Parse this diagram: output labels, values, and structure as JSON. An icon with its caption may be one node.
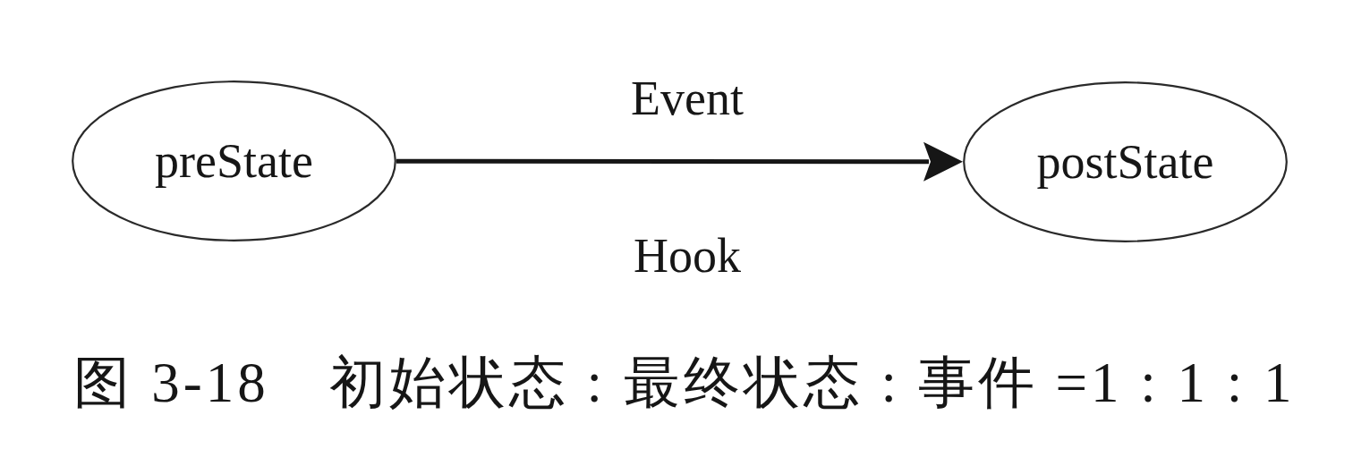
{
  "diagram": {
    "nodes": [
      {
        "text": [
          "preState"
        ]
      },
      {
        "text": [
          "postState"
        ]
      }
    ],
    "edges": [
      {
        "from": 0,
        "to": 1,
        "arrow": "to",
        "label": "Event"
      }
    ],
    "labels": [
      "Hook"
    ],
    "caption": "图 3-18　初始状态 : 最终状态 : 事件 =1 : 1 : 1"
  }
}
